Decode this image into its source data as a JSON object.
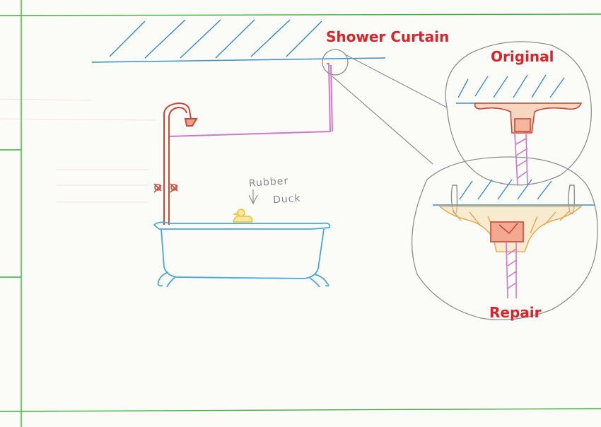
{
  "labels": {
    "shower_curtain": "Shower Curtain",
    "original": "Original",
    "repair": "Repair",
    "rubber_duck_line1": "Rubber",
    "rubber_duck_line2": "Duck"
  },
  "colors": {
    "paper": "#fbfbf8",
    "margin_green": "#3bb13b",
    "label_red": "#d9242b",
    "ceiling_blue": "#3a8ec6",
    "rail_pink": "#d078c8",
    "pipe_red": "#c8483a",
    "tub_blue": "#49a8d8",
    "duck_yellow": "#e8c43a",
    "hatch_orange": "#e8a040",
    "pencil_gray": "#8f8f8f"
  }
}
